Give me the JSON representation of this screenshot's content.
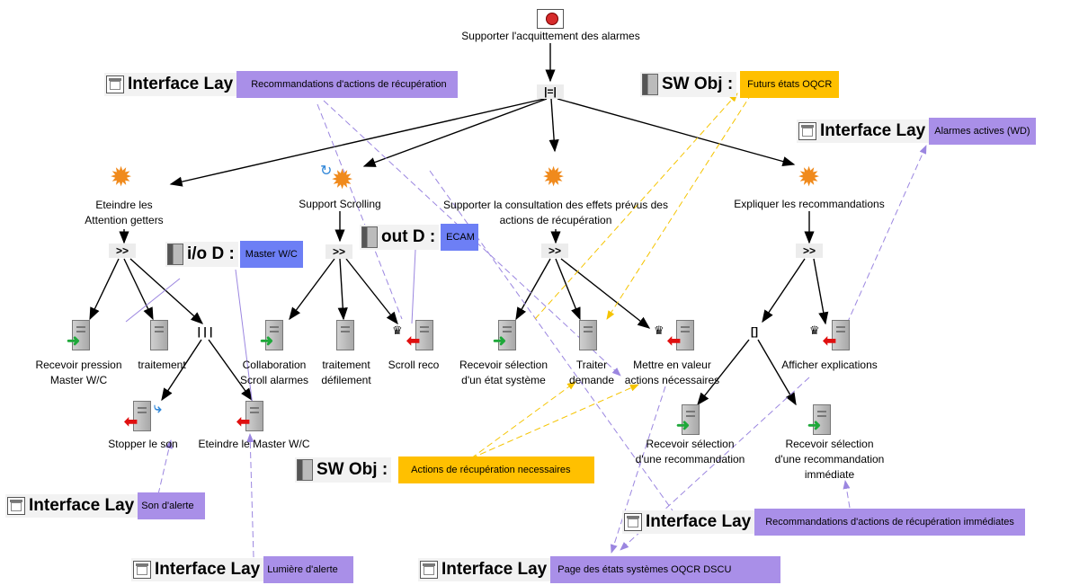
{
  "root": {
    "label": "Supporter l'acquittement des alarmes",
    "operator": "|=|"
  },
  "tasks": {
    "eteindre": "Eteindre les\nAttention getters",
    "scrolling": "Support Scrolling",
    "consultation": "Supporter la consultation des effets prévus des\nactions de récupération",
    "expliquer": "Expliquer les recommandations"
  },
  "operators": {
    "eteindre": ">>",
    "scrolling": ">>",
    "consultation": ">>",
    "expliquer": ">>",
    "parallel": "| | |",
    "choice": "[]"
  },
  "leaves": {
    "recevoir_pression": "Recevoir pression\nMaster W/C",
    "traitement": "traitement",
    "stopper": "Stopper le son",
    "eteindre_master": "Eteindre le Master W/C",
    "collaboration": "Collaboration\nScroll alarmes",
    "traitement_defilement": "traitement\ndéfilement",
    "scroll_reco": "Scroll reco",
    "recevoir_selection_etat": "Recevoir sélection\nd'un état système",
    "traiter_demande": "Traiter\ndemande",
    "mettre_en_valeur": "Mettre en valeur\nactions nécessaires",
    "afficher": "Afficher explications",
    "recevoir_reco": "Recevoir sélection\nd'une recommandation",
    "recevoir_reco_immediate": "Recevoir sélection\nd'une recommandation\nimmédiate"
  },
  "objects": {
    "interface_reco": {
      "prefix": "Interface Lay",
      "value": "Recommandations d'actions de récupération"
    },
    "sw_futurs": {
      "prefix": "SW Obj :",
      "value": "Futurs états OQCR"
    },
    "interface_alarmes": {
      "prefix": "Interface Lay",
      "value": "Alarmes actives (WD)"
    },
    "io_master": {
      "prefix": "i/o D :",
      "value": "Master W/C"
    },
    "out_ecam": {
      "prefix": "out D :",
      "value": "ECAM"
    },
    "sw_actions": {
      "prefix": "SW Obj :",
      "value": "Actions de récupération necessaires"
    },
    "interface_son": {
      "prefix": "Interface Lay",
      "value": "Son d'alerte"
    },
    "interface_lumiere": {
      "prefix": "Interface Lay",
      "value": "Lumière d'alerte"
    },
    "interface_reco_imm": {
      "prefix": "Interface Lay",
      "value": "Recommandations d'actions de récupération immédiates"
    },
    "interface_page": {
      "prefix": "Interface Lay",
      "value": "Page des états systèmes OQCR DSCU"
    }
  },
  "colors": {
    "interface": "#a98fe8",
    "sw_object": "#ffc000",
    "device": "#6d7ff5",
    "tree_edge": "#000000",
    "purple_link": "#9b86e0",
    "orange_link": "#f5c400"
  },
  "icons": {
    "abstract_task": "splat-icon",
    "application_task": "server-icon",
    "input": "green-arrow-icon",
    "output": "red-arrow-icon",
    "interface": "window-icon",
    "object": "cube-icon"
  }
}
